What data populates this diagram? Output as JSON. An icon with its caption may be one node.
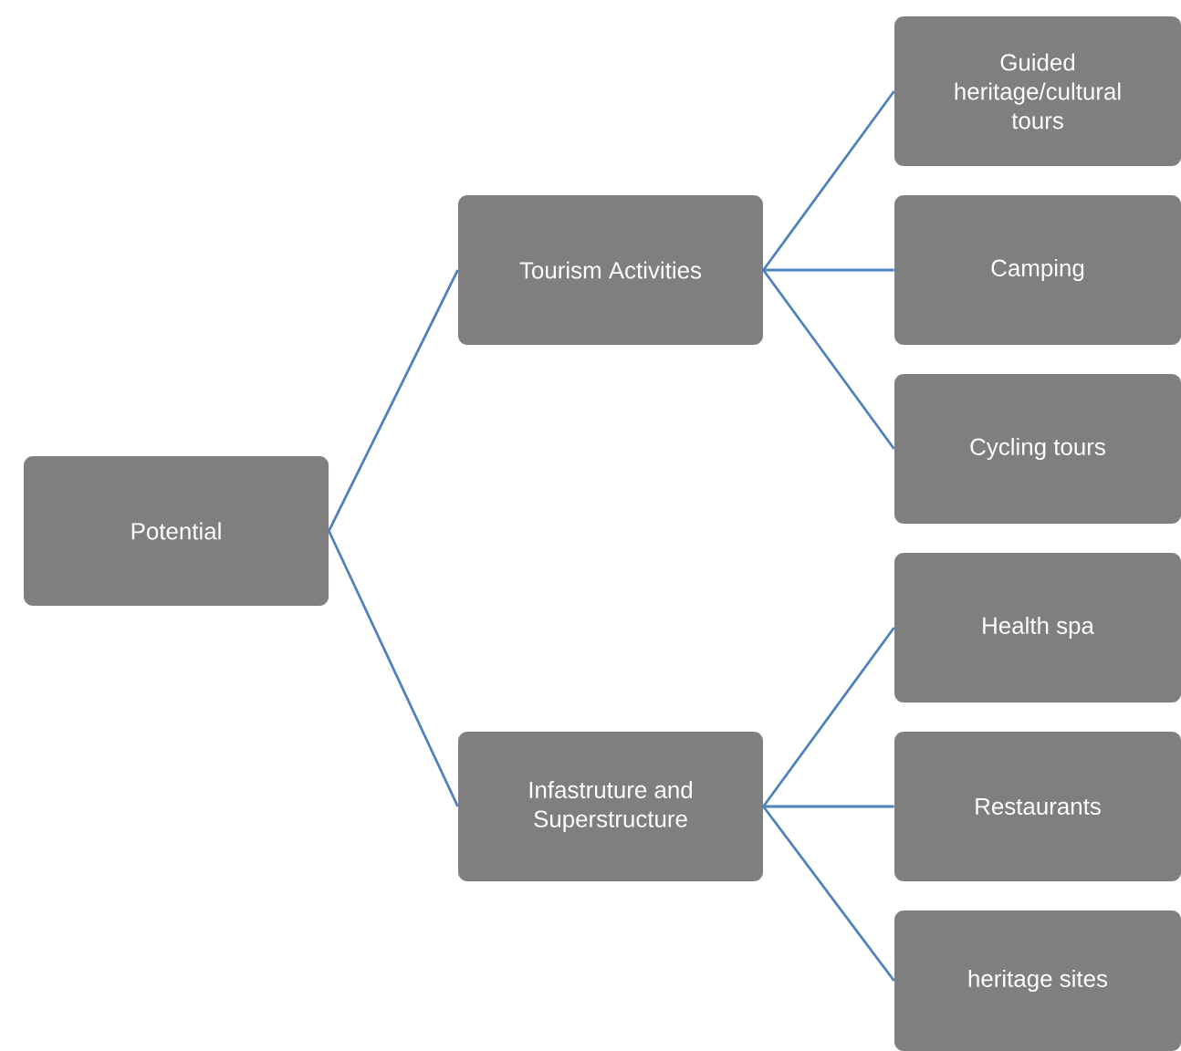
{
  "diagram": {
    "nodes": [
      {
        "text": [
          "Potential"
        ]
      },
      {
        "text": [
          "Tourism Activities"
        ]
      },
      {
        "text": [
          "Guided heritage/cultural tours"
        ]
      },
      {
        "text": [
          "Camping"
        ]
      },
      {
        "text": [
          "Cycling tours"
        ]
      },
      {
        "text": [
          "Infastruture and Superstructure"
        ]
      },
      {
        "text": [
          "Health spa"
        ]
      },
      {
        "text": [
          "Restaurants"
        ]
      },
      {
        "text": [
          "heritage sites"
        ]
      }
    ],
    "edges": [
      {
        "from": 0,
        "to": 1,
        "arrow": "none"
      },
      {
        "from": 0,
        "to": 5,
        "arrow": "none"
      },
      {
        "from": 1,
        "to": 2,
        "arrow": "none"
      },
      {
        "from": 1,
        "to": 3,
        "arrow": "none"
      },
      {
        "from": 1,
        "to": 4,
        "arrow": "none"
      },
      {
        "from": 5,
        "to": 6,
        "arrow": "none"
      },
      {
        "from": 5,
        "to": 7,
        "arrow": "none"
      },
      {
        "from": 5,
        "to": 8,
        "arrow": "none"
      }
    ]
  }
}
